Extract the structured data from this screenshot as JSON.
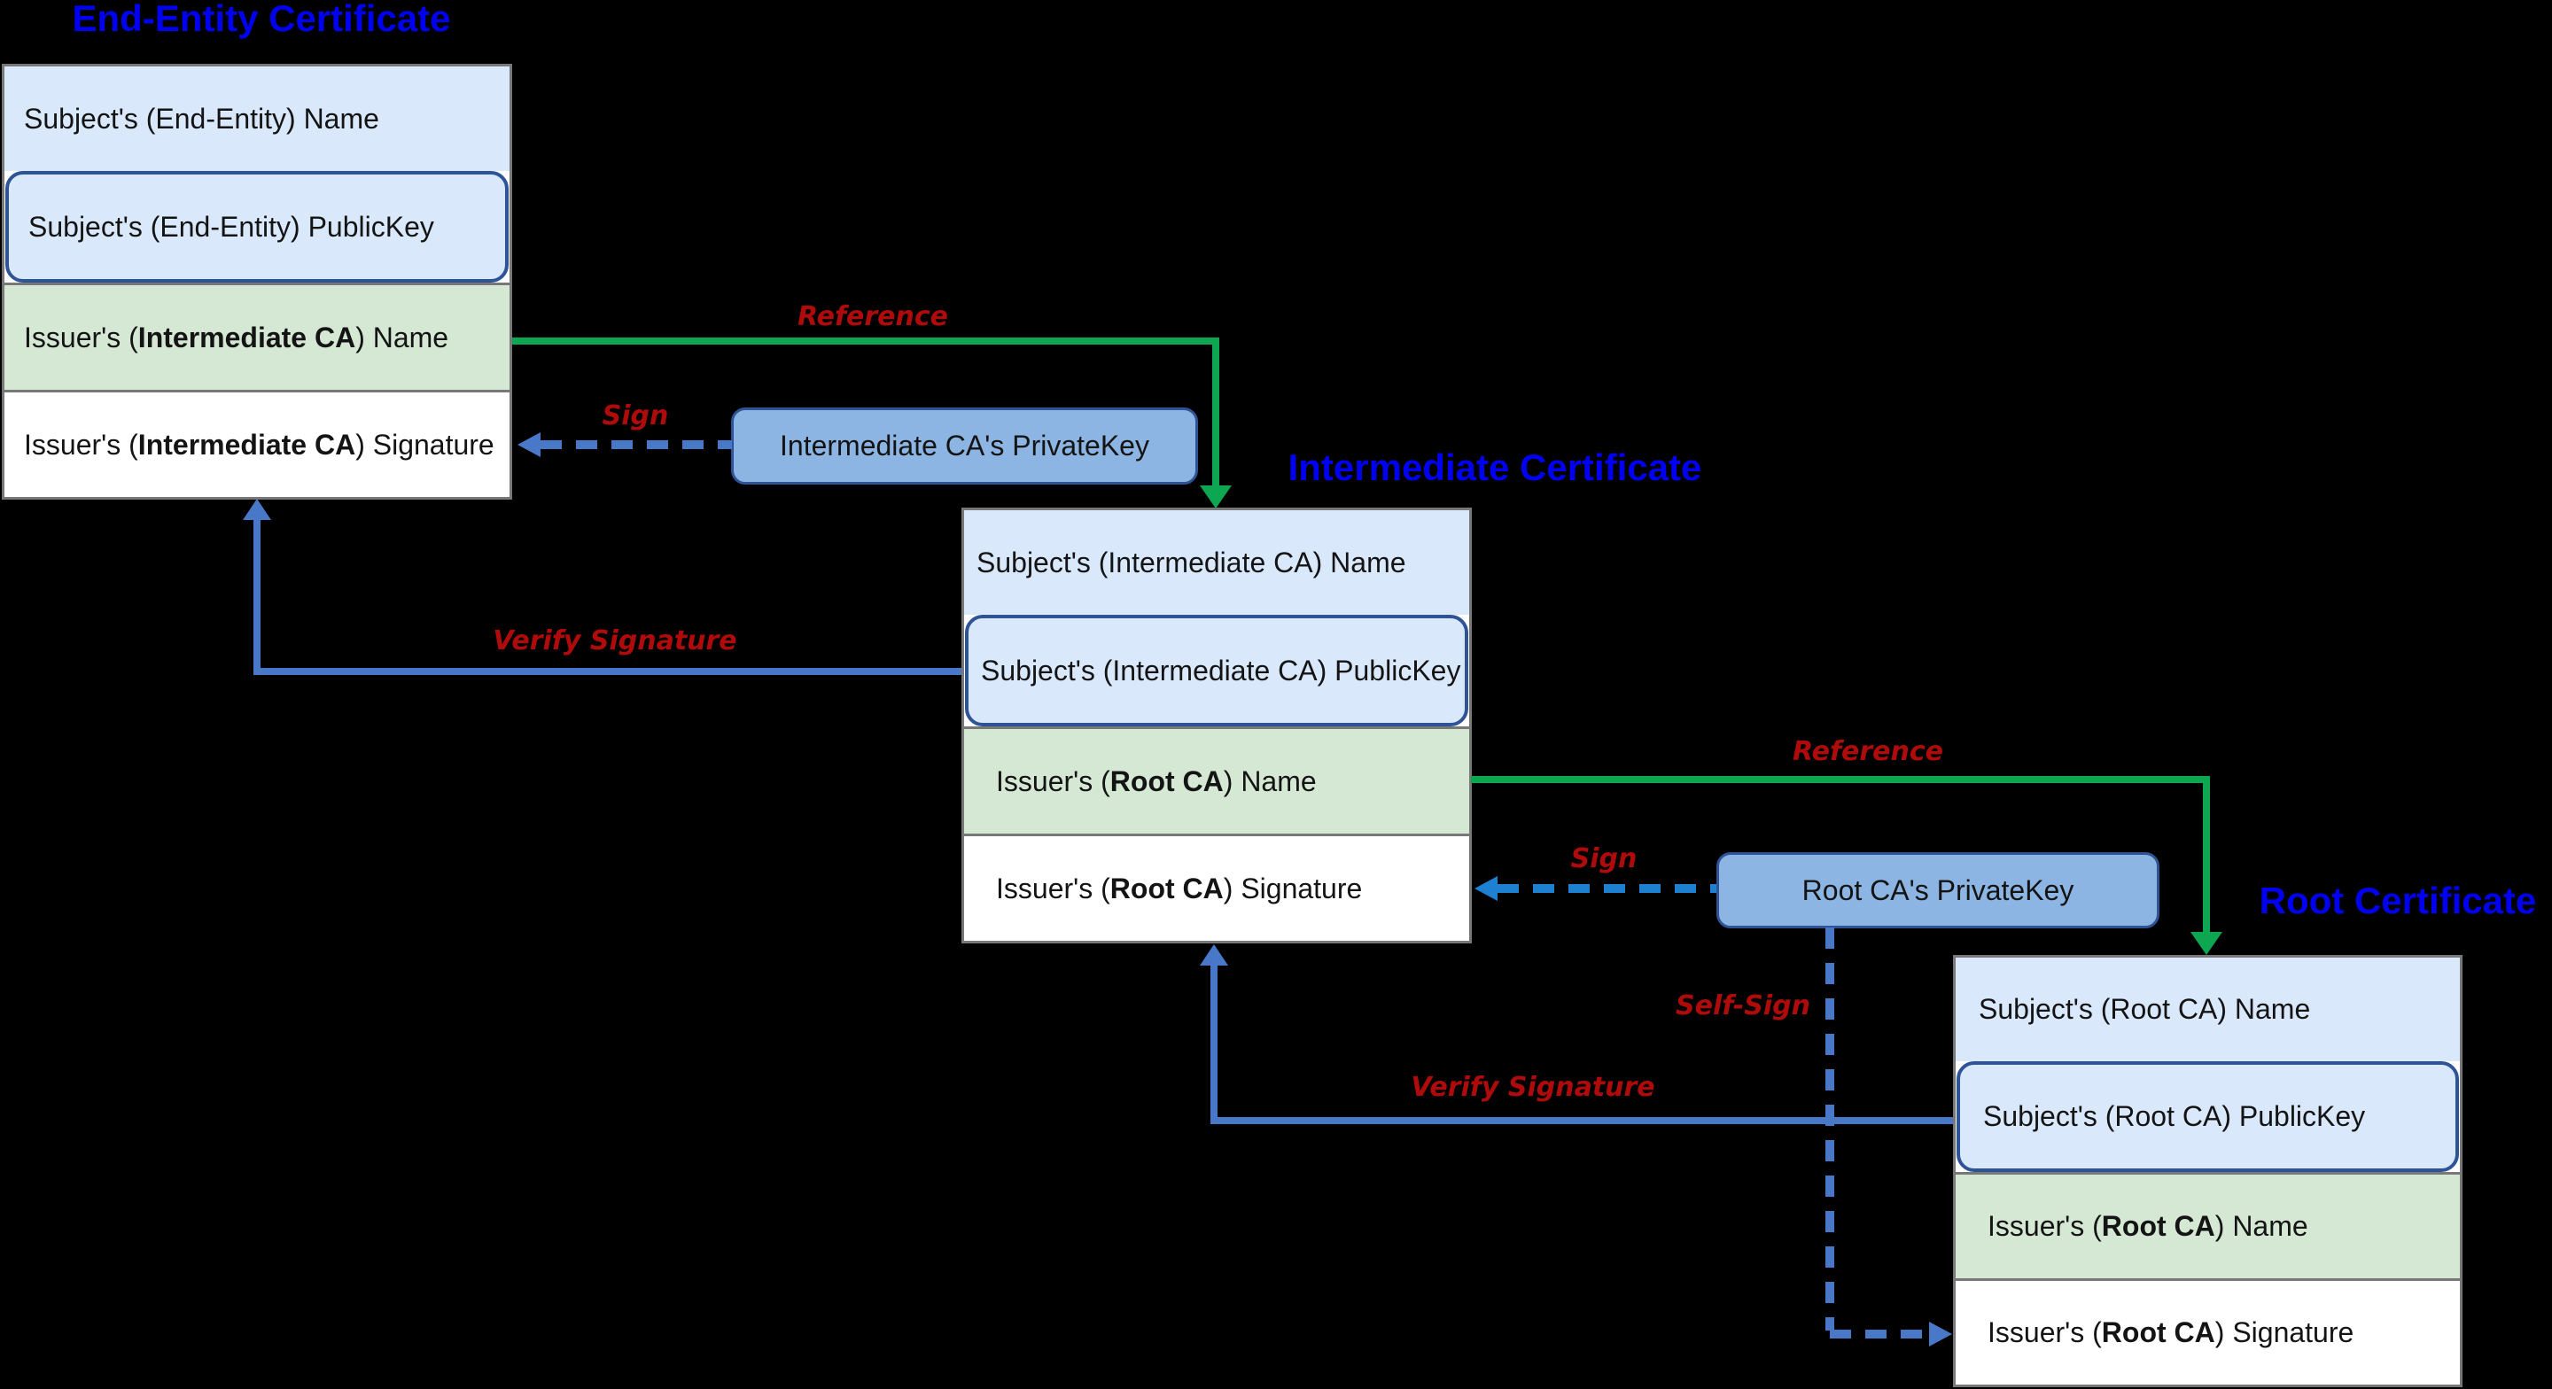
{
  "diagram": {
    "certificates": [
      {
        "title": "End-Entity Certificate",
        "rows": [
          {
            "prefix": "Subject's (End-Entity) Name",
            "bold": "",
            "suffix": ""
          },
          {
            "prefix": "Subject's (End-Entity) PublicKey",
            "bold": "",
            "suffix": ""
          },
          {
            "prefix": "Issuer's (",
            "bold": "Intermediate CA",
            "suffix": ") Name"
          },
          {
            "prefix": "Issuer's (",
            "bold": "Intermediate CA",
            "suffix": ") Signature"
          }
        ]
      },
      {
        "title": "Intermediate Certificate",
        "rows": [
          {
            "prefix": "Subject's (Intermediate CA) Name",
            "bold": "",
            "suffix": ""
          },
          {
            "prefix": "Subject's (Intermediate CA) PublicKey",
            "bold": "",
            "suffix": ""
          },
          {
            "prefix": "Issuer's (",
            "bold": "Root CA",
            "suffix": ") Name"
          },
          {
            "prefix": "Issuer's (",
            "bold": "Root CA",
            "suffix": ") Signature"
          }
        ]
      },
      {
        "title": "Root Certificate",
        "rows": [
          {
            "prefix": "Subject's (Root CA) Name",
            "bold": "",
            "suffix": ""
          },
          {
            "prefix": "Subject's (Root CA) PublicKey",
            "bold": "",
            "suffix": ""
          },
          {
            "prefix": "Issuer's (",
            "bold": "Root CA",
            "suffix": ") Name"
          },
          {
            "prefix": "Issuer's (",
            "bold": "Root CA",
            "suffix": ") Signature"
          }
        ]
      }
    ],
    "private_keys": [
      {
        "label": "Intermediate CA's PrivateKey"
      },
      {
        "label": "Root CA's PrivateKey"
      }
    ],
    "arrow_labels": {
      "reference1": "Reference",
      "sign1": "Sign",
      "verify1": "Verify Signature",
      "reference2": "Reference",
      "sign2": "Sign",
      "self_sign": "Self-Sign",
      "verify2": "Verify Signature"
    },
    "colors": {
      "background": "#000000",
      "row_blue": "#dae8fc",
      "row_green": "#d5e8d4",
      "row_white": "#ffffff",
      "box_border": "#787878",
      "publickey_border": "#2f5496",
      "privatekey_fill": "#8cb5e3",
      "privatekey_border": "#2f5496",
      "arrow_green": "#0ca750",
      "arrow_blue": "#4a78c8",
      "arrow_sign2_blue": "#1d80d0",
      "label_red": "#b00b0b",
      "title_blue": "#0000f2"
    }
  }
}
